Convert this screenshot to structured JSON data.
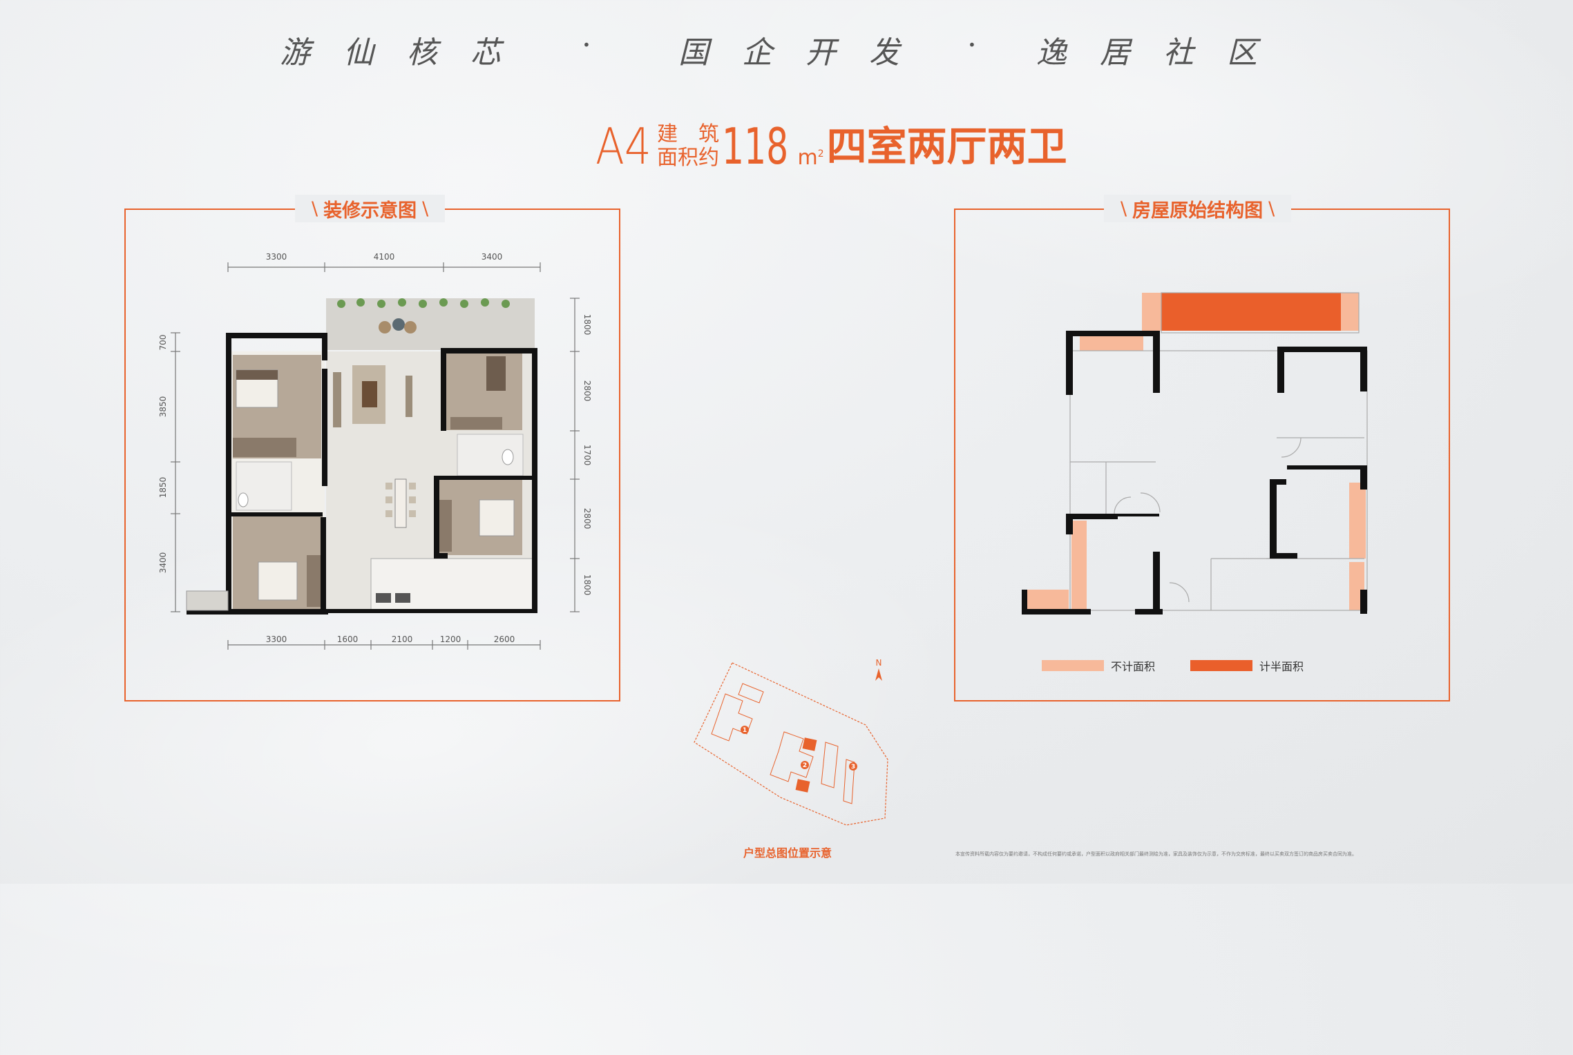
{
  "slogan": {
    "part1": "游仙核芯",
    "part2": "国企开发",
    "part3": "逸居社区",
    "separator": "·"
  },
  "headline": {
    "code": "A4",
    "label_top": "建　筑",
    "label_bottom": "面积约",
    "area": "118",
    "unit": "m",
    "unit_sup": "2",
    "rooms": "四室两厅两卫",
    "color": "#e8622c"
  },
  "left_panel": {
    "title": "装修示意图",
    "dims_top": [
      "3300",
      "4100",
      "3400"
    ],
    "dims_bottom": [
      "3300",
      "1600",
      "2100",
      "1200",
      "2600"
    ],
    "dims_left": [
      "700",
      "3850",
      "1850",
      "3400"
    ],
    "dims_right": [
      "1800",
      "2800",
      "1700",
      "2800",
      "1800"
    ]
  },
  "right_panel": {
    "title": "房屋原始结构图",
    "legend": [
      {
        "label": "不计面积",
        "color": "#f7b99a"
      },
      {
        "label": "计半面积",
        "color": "#ea5f2b"
      }
    ]
  },
  "site_plan": {
    "caption": "户型总图位置示意",
    "north": "N",
    "markers": [
      "1",
      "2",
      "3"
    ]
  },
  "footnote": "本宣传资料所载内容仅为要约邀请，不构成任何要约或承诺，户型面积以政府相关部门最终测绘为准，家具及装饰仅为示意，不作为交房标准，最终以买卖双方签订的商品房买卖合同为准。"
}
